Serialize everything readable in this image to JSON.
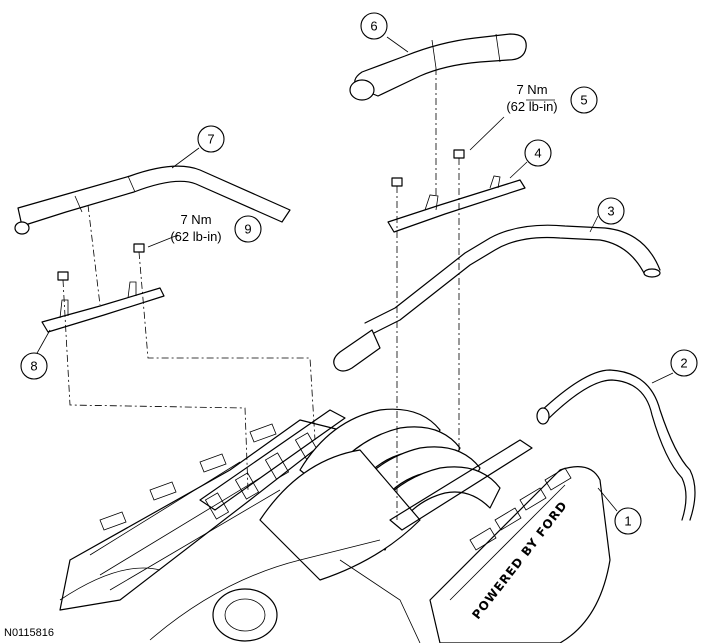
{
  "figure_id": "N0115816",
  "callouts": {
    "c1": "1",
    "c2": "2",
    "c3": "3",
    "c4": "4",
    "c5": "5",
    "c6": "6",
    "c7": "7",
    "c8": "8",
    "c9": "9"
  },
  "torque_a": {
    "metric": "7 Nm",
    "imperial": "(62 lb-in)"
  },
  "torque_b": {
    "metric": "7 Nm",
    "imperial": "(62 lb-in)"
  },
  "engine_cover_text": "POWERED BY FORD"
}
